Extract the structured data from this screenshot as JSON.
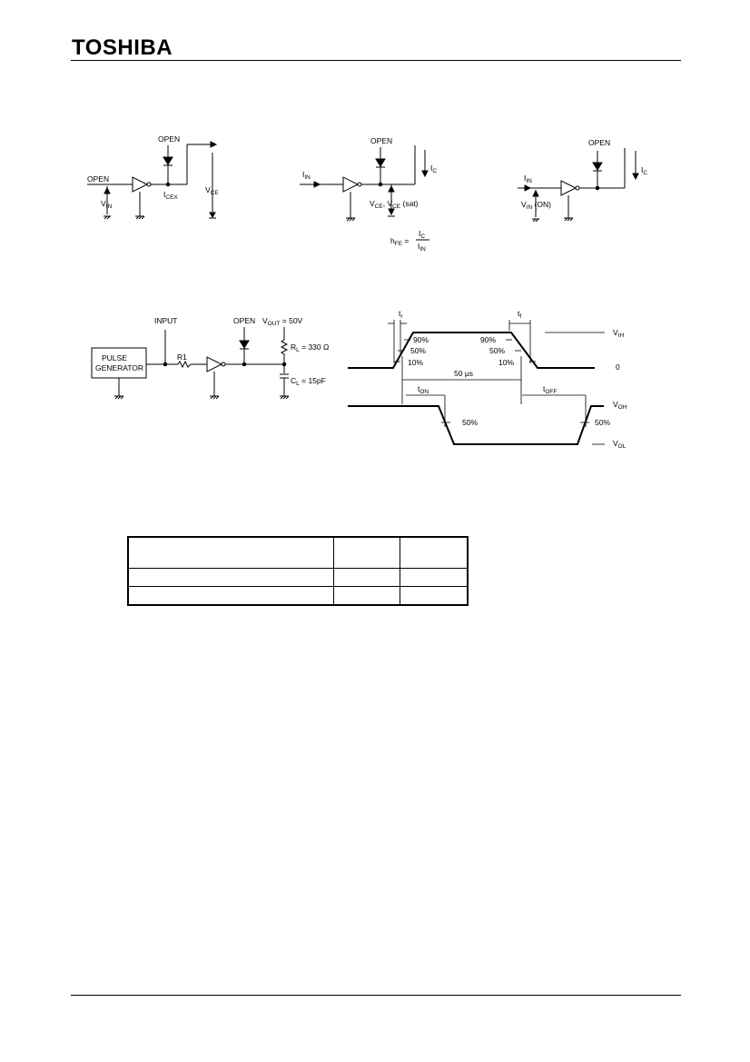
{
  "header": {
    "logo": "TOSHIBA"
  },
  "circuit1": {
    "open": "OPEN",
    "open_in": "OPEN",
    "vin": "V",
    "vin_sub": "IN",
    "icex": "I",
    "icex_sub": "CEX",
    "vce": "V",
    "vce_sub": "CE"
  },
  "circuit2": {
    "open": "OPEN",
    "iin": "I",
    "iin_sub": "IN",
    "ic": "I",
    "ic_sub": "C",
    "vce1": "V",
    "vce1_sub": "CE",
    "vce_sep": ", ",
    "vce2": "V",
    "vce2_sub": "CE",
    "vce_sat": " (sat)",
    "hfe": "h",
    "hfe_sub": "FE",
    "eq": " = ",
    "num": "I",
    "num_sub": "C",
    "den": "I",
    "den_sub": "IN"
  },
  "circuit3": {
    "open": "OPEN",
    "iin": "I",
    "iin_sub": "IN",
    "ic": "I",
    "ic_sub": "C",
    "vin": "V",
    "vin_sub": "IN",
    "vin_on": " (ON)"
  },
  "test_circuit": {
    "input": "INPUT",
    "pulse1": "PULSE",
    "pulse2": "GENERATOR",
    "r1": "R1",
    "open": "OPEN",
    "vout": "V",
    "vout_sub": "OUT",
    "vout_val": " = 50V",
    "rl": "R",
    "rl_sub": "L",
    "rl_val": " = 330 Ω",
    "cl": "C",
    "cl_sub": "L",
    "cl_val": " = 15pF"
  },
  "waveform": {
    "tr": "t",
    "tr_sub": "r",
    "tf": "t",
    "tf_sub": "f",
    "vih": "V",
    "vih_sub": "IH",
    "zero": "0",
    "p90a": "90%",
    "p50a": "50%",
    "p10a": "10%",
    "p90b": "90%",
    "p50b": "50%",
    "p10b": "10%",
    "period": "50 μs",
    "ton": "t",
    "ton_sub": "ON",
    "toff": "t",
    "toff_sub": "OFF",
    "voh": "V",
    "voh_sub": "OH",
    "vol": "V",
    "vol_sub": "OL",
    "p50c": "50%",
    "p50d": "50%"
  }
}
